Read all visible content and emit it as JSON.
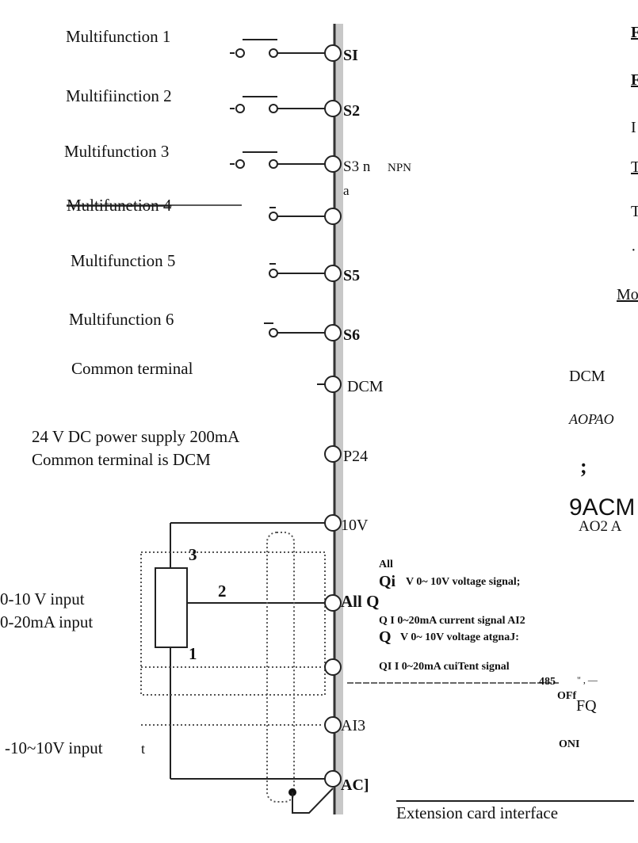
{
  "left_labels": {
    "mf1": "Multifunction 1",
    "mf2": "Multifiinction 2",
    "mf3": "Multifunction 3",
    "mf4": "Multifunetion 4",
    "mf5": "Multifunction 5",
    "mf6": "Multifunction 6",
    "common": "Common terminal",
    "p24_line1": "24 V DC power supply 200mA",
    "p24_line2": "Common terminal is DCM",
    "in1": "0-10 V input",
    "in2": "0-20mA input",
    "in3": "-10~10V input",
    "in3_mark": "t",
    "pot3": "3",
    "pot2": "2",
    "pot1": "1"
  },
  "terminals": {
    "s1": "SI",
    "s2": "S2",
    "s3": "S3 n",
    "s3_npn": "NPN",
    "s3_a": "a",
    "s5": "S5",
    "s6": "S6",
    "dcm": "DCM",
    "p24": "P24",
    "v10": "10V",
    "ai1": "All Q",
    "ai3": "AI3",
    "acm": "AC]"
  },
  "notes": {
    "ai1_head": "All",
    "ai1_q": "Qi",
    "ai1_v": "V 0~ 10V voltage signal;",
    "ai1_i": "Q I 0~20mA current signal AI2",
    "ai2_q": "Q",
    "ai2_v": "V 0~ 10V voltage atgnaJ:",
    "ai2_i": "QI I 0~20mA cuiTent signal",
    "rs485": "485",
    "rs485_tail": "\" ,  —",
    "off": "OFf",
    "fq": "FQ",
    "on": "ONI",
    "ext": "Extension card interface"
  },
  "right_labels": {
    "r1": "F",
    "r2": "F",
    "r3": "I",
    "r4": "T",
    "r5": "T",
    "r6": "·",
    "mo": "Mo",
    "dcm": "DCM",
    "ao1": "AOPAO",
    "semi": ";",
    "acm": "9ACM",
    "ao2": "AO2 A"
  }
}
